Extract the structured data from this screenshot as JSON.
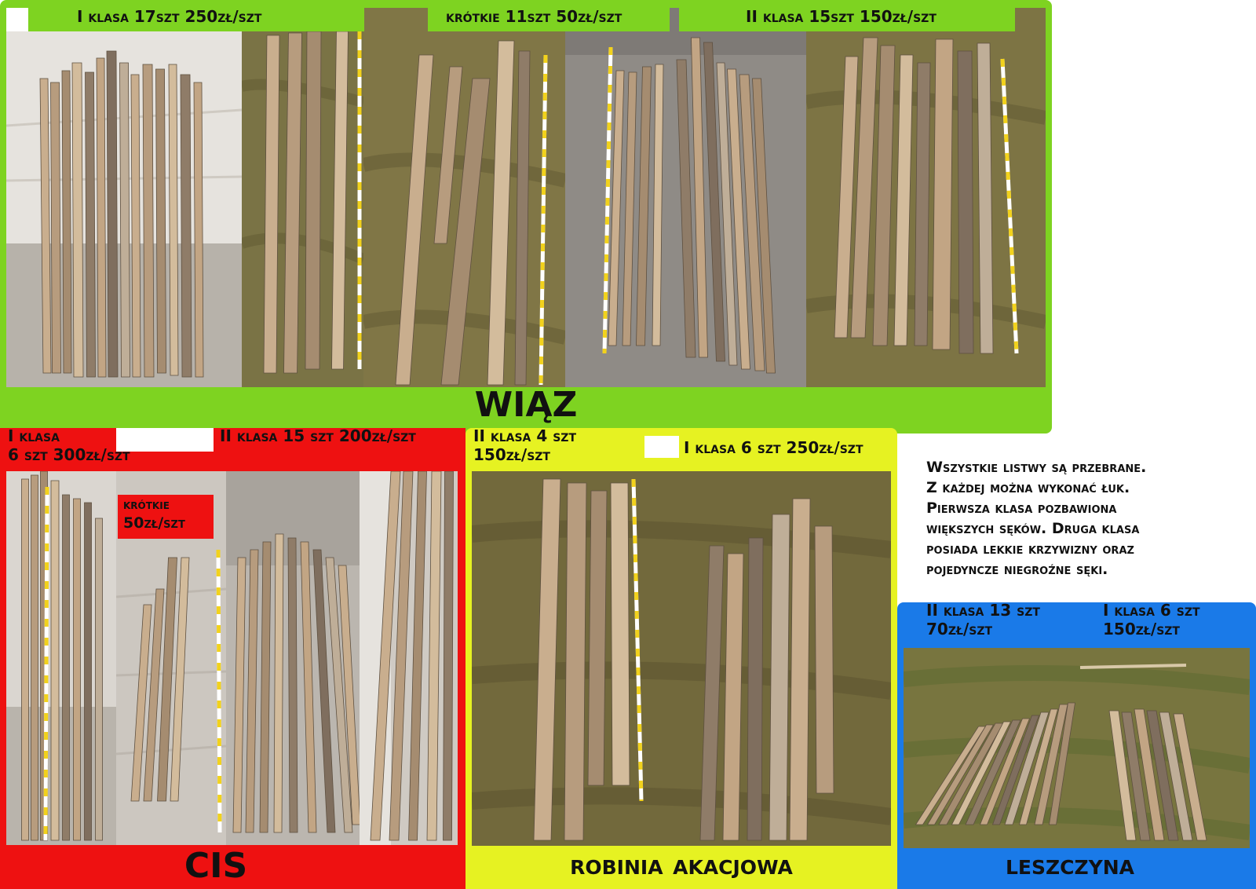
{
  "colors": {
    "green": "#7ED321",
    "red": "#EE1111",
    "yellow": "#E6F222",
    "blue": "#1A7AE8",
    "white": "#FFFFFF",
    "grass": "#6E6A3A",
    "wall": "#D7D3CC",
    "floor": "#9E9A94",
    "wood_light": "#C9AE8E",
    "wood_dark": "#7F6E5E"
  },
  "wiaz": {
    "title": "WIĄZ",
    "labels": {
      "first": "I klasa 17szt 250zł/szt",
      "short": "krótkie 11szt 50zł/szt",
      "second": "II klasa 15szt 150zł/szt"
    }
  },
  "cis": {
    "title": "CIS",
    "labels": {
      "first_line1": "I klasa",
      "first_line2": "6 szt 300zł/szt",
      "second": "II klasa  15 szt 200zł/szt",
      "short_line1": "krótkie",
      "short_line2": "50zł/szt"
    }
  },
  "robinia": {
    "title": "robinia akacjowa",
    "labels": {
      "second_line1": "II klasa  4 szt",
      "second_line2": "150zł/szt",
      "first": "I klasa  6 szt 250zł/szt"
    }
  },
  "leszczyna": {
    "title": "leszczyna",
    "labels": {
      "second_line1": "II klasa  13 szt",
      "second_line2": "70zł/szt",
      "first_line1": "I klasa  6 szt",
      "first_line2": "150zł/szt"
    }
  },
  "note": {
    "line1": "Wszystkie listwy są przebrane.",
    "line2": "Z każdej można wykonać łuk.",
    "line3": "Pierwsza klasa pozbawiona",
    "line4": "większych sęków. Druga klasa",
    "line5": "posiada lekkie krzywizny oraz",
    "line6": "pojedyncze niegroźne sęki."
  }
}
